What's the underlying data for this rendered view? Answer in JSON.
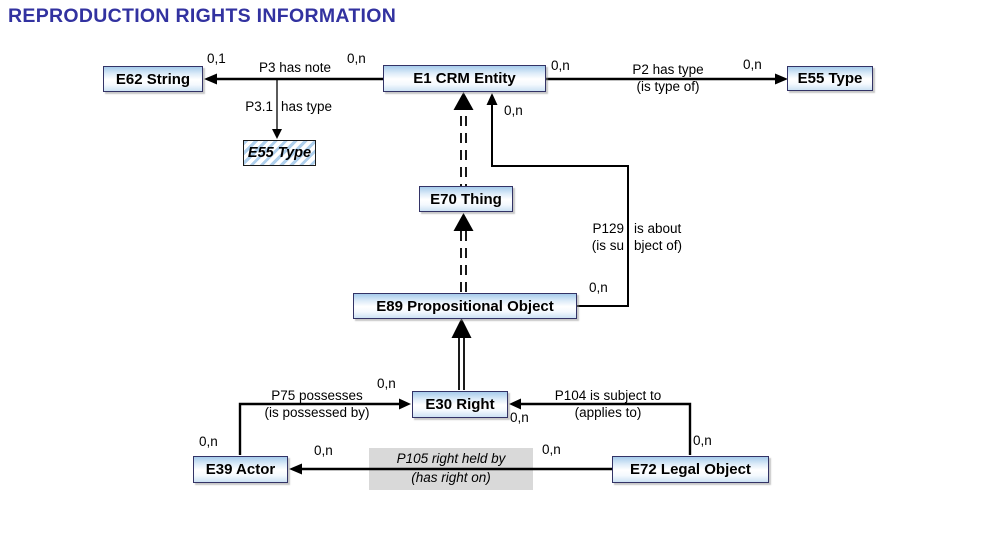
{
  "title": "REPRODUCTION RIGHTS INFORMATION",
  "entities": {
    "e62": "E62 String",
    "e1": "E1 CRM Entity",
    "e55Top": "E55 Type",
    "e55Meta": "E55 Type",
    "e70": "E70 Thing",
    "e89": "E89 Propositional Object",
    "e30": "E30 Right",
    "e39": "E39 Actor",
    "e72": "E72 Legal Object"
  },
  "properties": {
    "p3": {
      "label": "P3 has note",
      "cardLeft": "0,1",
      "cardRight": "0,n"
    },
    "p31": {
      "labelLeft": "P3.1",
      "labelRight": "has type"
    },
    "p2": {
      "label": "P2 has type",
      "inverse": "(is type of)",
      "cardLeft": "0,n",
      "cardRight": "0,n"
    },
    "p129": {
      "labelLeft": "P129",
      "labelRight": "is about",
      "inverseLeft": "(is su",
      "inverseRight": "bject of)",
      "cardTop": "0,n",
      "cardBottom": "0,n"
    },
    "p75": {
      "label": "P75 possesses",
      "inverse": "(is possessed by)",
      "cardNearE30": "0,n",
      "cardNearE39": "0,n"
    },
    "p104": {
      "label": "P104 is subject to",
      "inverse": "(applies to)",
      "cardNearE30": "0,n",
      "cardNearE72": "0,n"
    },
    "p105": {
      "label": "P105 right held by",
      "inverse": "(has right on)",
      "cardNearE39": "0,n",
      "cardNearE72": "0,n"
    }
  },
  "colors": {
    "title": "#3232a0",
    "entityBorder": "#333366",
    "entityFillTop": "#a6cbeb",
    "hatchStripe": "#aecfec",
    "noteBackground": "#d9d9d9",
    "line": "#000000"
  }
}
